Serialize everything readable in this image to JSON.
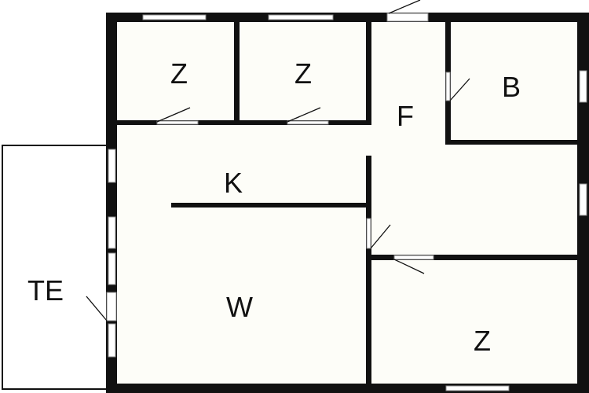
{
  "colors": {
    "wall": "#111111",
    "floor": "#fdfdf8",
    "terrace": "#ffffff",
    "opening": "#ffffff",
    "opening_outline": "#888888"
  },
  "rooms": {
    "zimmer_1": "Z",
    "zimmer_2": "Z",
    "bad": "B",
    "flur": "F",
    "kueche": "K",
    "wohnen": "W",
    "zimmer_3": "Z",
    "terrasse": "TE"
  }
}
